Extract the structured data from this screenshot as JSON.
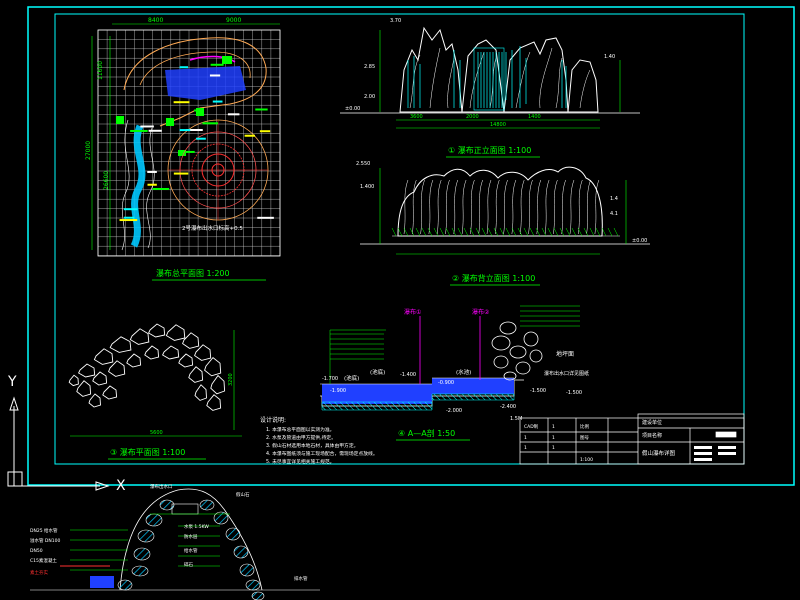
{
  "colors": {
    "background": "#000000",
    "frame": "#00ffff",
    "grid": "#d0d0d0",
    "label_green": "#00ff00",
    "label_cyan": "#00ffff",
    "label_magenta": "#ff00ff",
    "label_red": "#ff3030",
    "label_yellow": "#ffff00",
    "rock": "#ffffff",
    "water": "#2040ff",
    "hatch": "#00c8ff"
  },
  "plan": {
    "title": "瀑布总平面图  1:200",
    "top_dims": [
      "8400",
      "9000"
    ],
    "left_dims": [
      "11600",
      "27000",
      "26600"
    ],
    "note": "2号瀑布出水口标高+0.5"
  },
  "elev1": {
    "title": "① 瀑布正立面图  1:100",
    "dims": [
      "3600",
      "2000",
      "1400",
      "14800"
    ],
    "left_levels": [
      "3.70",
      "2.85",
      "2.00",
      "1.40"
    ],
    "ground": "±0.00"
  },
  "elev2": {
    "title": "② 瀑布背立面图  1:100",
    "left_levels": [
      "2.550",
      "1.400"
    ],
    "right_levels": [
      "1.4",
      "4.1",
      "±0.00"
    ]
  },
  "rock_plan": {
    "title": "③ 瀑布平面图  1:100",
    "width_dim": "5600",
    "height_dim": "3200"
  },
  "section": {
    "title": "④ A—A剖  1:50",
    "tags": [
      "瀑布①",
      "瀑布②"
    ],
    "levels": [
      "-1.700",
      "-1.400",
      "-1.900",
      "-0.900",
      "-2.000",
      "-2.400",
      "-1.500",
      "-1.500"
    ],
    "pool_labels": [
      "(池底)",
      "(池底)",
      "(水池)"
    ],
    "right_note": "地坪面",
    "right_note2": "瀑布出水口详见图纸",
    "bottom_label": "1.5M"
  },
  "notes": {
    "heading": "设计说明:",
    "lines": [
      "1. 本瀑布总平面图以实测为准。",
      "2. 水泵及管道由甲方提供,待定。",
      "3. 假山石材选用本地石材，具体由甲方定。",
      "4. 本瀑布图纸须与施工现场配合，需现场定点放线。",
      "5. 未尽事宜详见相关施工规范。"
    ]
  },
  "title_block": {
    "project_label": "建设单位",
    "project_name_label": "项目名称",
    "drawing_label": "假山瀑布详图",
    "cells": [
      "CAD制",
      "1",
      "比例",
      "1",
      "1",
      "图号",
      "1",
      "1",
      "1:100"
    ]
  },
  "ucs": {
    "y": "Y",
    "x": "X"
  },
  "detail": {
    "left_labels": [
      "DN25 给水管",
      "溢水管 DN100",
      "DN50",
      "C15素混凝土",
      "素土夯实"
    ],
    "right_labels": [
      "假山石",
      "水泵 1.5KW",
      "防水层",
      "给水管",
      "碎石"
    ],
    "top_label": "瀑布出水口",
    "bottom_label": "排水管"
  }
}
